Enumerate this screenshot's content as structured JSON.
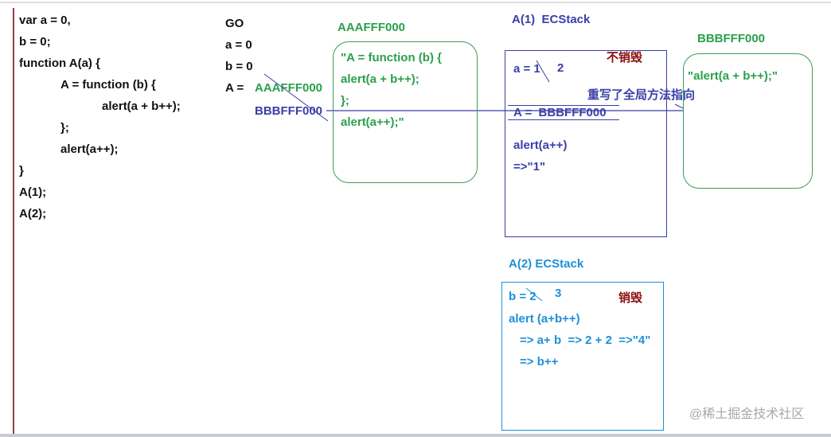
{
  "code": [
    "var a = 0,",
    "b = 0;",
    "function A(a) {",
    "A = function (b) {",
    "alert(a + b++);",
    "};",
    "alert(a++);",
    "}",
    "A(1);",
    "A(2);"
  ],
  "go": {
    "title": "GO",
    "a": "a = 0",
    "b": "b = 0",
    "A_label": "A =",
    "A_old": "AAAFFF000",
    "A_new": "BBBFFF000"
  },
  "heap1": {
    "address": "AAAFFF000",
    "lines": [
      "\"A = function (b) {",
      "alert(a + b++);",
      "};",
      "alert(a++);\""
    ]
  },
  "heap2": {
    "address": "BBBFFF000",
    "lines": [
      "\"alert(a + b++);\""
    ]
  },
  "ecstack1": {
    "title": "A(1)  ECStack",
    "status": "不销毁",
    "a_line": "a = 1",
    "a_new": "2",
    "note": "重写了全局方法指向",
    "assign": "A =  BBBFFF000",
    "call": "alert(a++)",
    "result": "=>\"1\""
  },
  "ecstack2": {
    "title": "A(2) ECStack",
    "status": "销毁",
    "b_line": "b = 2",
    "b_new": "3",
    "call": "alert (a+b++)",
    "step1": "=> a+ b  => 2 + 2  =>\"4\"",
    "step2": "=> b++"
  },
  "watermark": "@稀土掘金技术社区"
}
